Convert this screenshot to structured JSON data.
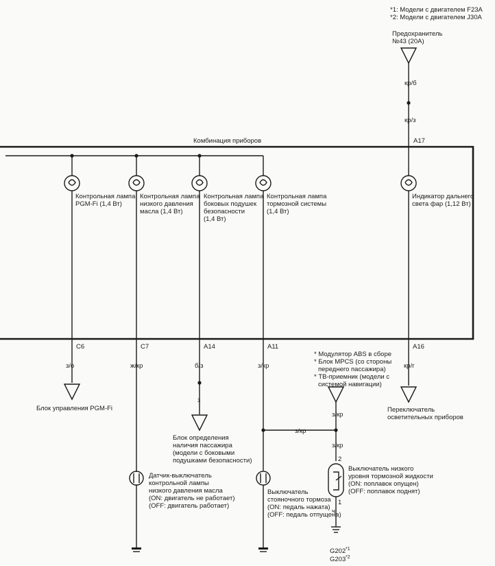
{
  "notes": {
    "n1": "*1: Модели с двигателем F23A",
    "n2": "*2: Модели с двигателем J30A"
  },
  "fuse": {
    "line1": "Предохранитель",
    "line2": "№43 (20A)"
  },
  "top_wires": {
    "upper": "кр/б",
    "lower": "кр/з"
  },
  "panel": {
    "title": "Комбинация приборов",
    "top_pin": "A17"
  },
  "lamps": [
    {
      "lines": [
        "Контрольная лампа",
        "PGM-Fi (1,4 Вт)"
      ]
    },
    {
      "lines": [
        "Контрольная лампа",
        "низкого давления",
        "масла (1,4 Вт)"
      ]
    },
    {
      "lines": [
        "Контрольная лампа",
        "боковых подушек",
        "безопасности",
        "(1,4 Вт)"
      ]
    },
    {
      "lines": [
        "Контрольная лампа",
        "тормозной системы",
        "(1,4 Вт)"
      ]
    },
    {
      "lines": [
        "Индикатор дальнего",
        "света фар (1,12 Вт)"
      ]
    }
  ],
  "pins": {
    "c6": "C6",
    "c7": "C7",
    "a14": "A14",
    "a11": "A11",
    "a16": "A16"
  },
  "wire_colors": {
    "c6": "з/о",
    "c7": "ж/кр",
    "a14_upper": "б/з",
    "a14_lower": "з",
    "a11": "з/кр",
    "a16": "кр/г",
    "abs_down": "з/кр",
    "junction": "з/кр",
    "switch_right": "з/кр"
  },
  "abs_block": {
    "l1": "* Модулятор ABS в сборе",
    "l2": "* Блок MPCS (со стороны",
    "l3": "переднего пассажира)",
    "l4": "* ТВ-приемник (модели с",
    "l5": "системой навигации)"
  },
  "destinations": {
    "pgm": "Блок управления PGM-Fi",
    "odp_l1": "Блок определения",
    "odp_l2": "наличия пассажира",
    "odp_l3": "(модели с боковыми",
    "odp_l4": "подушками безопасности)",
    "light_l1": "Переключатель",
    "light_l2": "осветительных приборов"
  },
  "oil_switch": {
    "l1": "Датчик-выключатель",
    "l2": "контрольной лампы",
    "l3": "низкого давления масла",
    "l4": "(ON: двигатель не работает)",
    "l5": "(OFF: двигатель работает)"
  },
  "brake_switch": {
    "l1": "Выключатель",
    "l2": "стояночного тормоза",
    "l3": "(ON: педаль нажата)",
    "l4": "(OFF: педаль отпущена)"
  },
  "fluid_switch": {
    "l1": "Выключатель низкого",
    "l2": "уровня тормозной жидкости",
    "l3": "(ON: поплавок опущен)",
    "l4": "(OFF: поплавок поднят)",
    "pin2": "2",
    "pin1": "1",
    "wire": "ч"
  },
  "grounds": {
    "g202": "G202",
    "g203": "G203",
    "s1": "*1",
    "s2": "*2"
  }
}
